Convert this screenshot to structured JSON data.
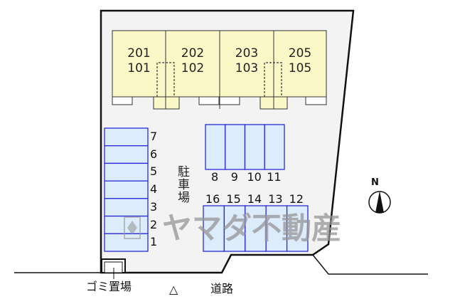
{
  "colors": {
    "building": "#fbf8c8",
    "stall": "#dcecfb",
    "stall_border": "#2a2adb",
    "site": "#f3f3f3"
  },
  "units": [
    {
      "upper": "201",
      "lower": "101"
    },
    {
      "upper": "202",
      "lower": "102"
    },
    {
      "upper": "203",
      "lower": "103"
    },
    {
      "upper": "205",
      "lower": "105"
    }
  ],
  "parking": {
    "left_column": [
      "7",
      "6",
      "5",
      "4",
      "3",
      "2",
      "1"
    ],
    "top_row": [
      "8",
      "9",
      "10",
      "11"
    ],
    "bottom_row": [
      "16",
      "15",
      "14",
      "13",
      "12"
    ],
    "label": "駐車場"
  },
  "garbage_label": "ゴミ置場",
  "road_label": "道路",
  "road_marker": "△",
  "north_label": "N",
  "watermark": "ヤマダ不動産"
}
